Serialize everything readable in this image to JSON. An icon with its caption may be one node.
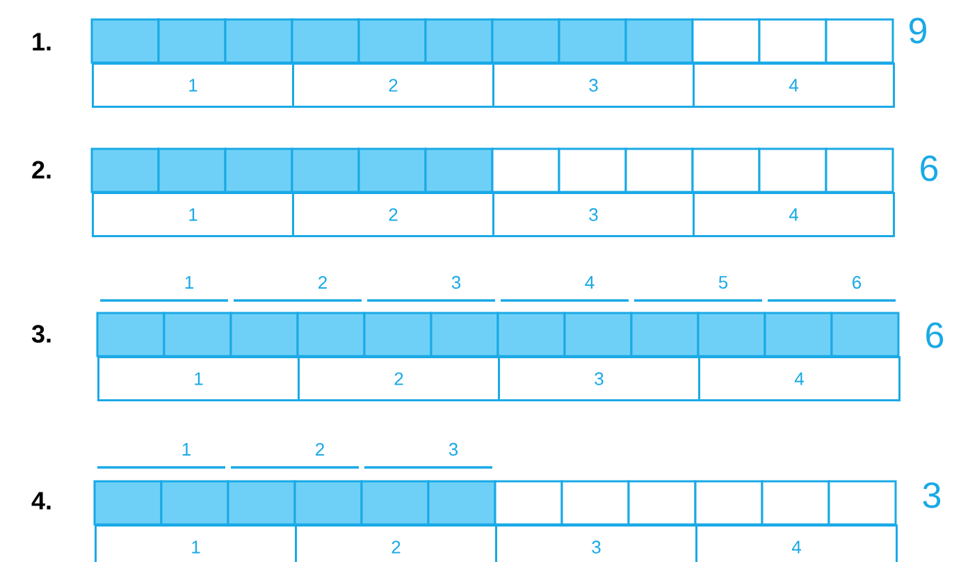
{
  "diagram": {
    "nodes": [
      {
        "text": [
          "1"
        ]
      },
      {
        "text": [
          "2"
        ]
      },
      {
        "text": [
          "3"
        ]
      },
      {
        "text": [
          "4"
        ]
      },
      {
        "text": [
          "1"
        ]
      },
      {
        "text": [
          "2"
        ]
      },
      {
        "text": [
          "3"
        ]
      },
      {
        "text": [
          "4"
        ]
      },
      {
        "text": [
          "1"
        ]
      },
      {
        "text": [
          "2"
        ]
      },
      {
        "text": [
          "3"
        ]
      },
      {
        "text": [
          "4"
        ]
      },
      {
        "text": [
          "1"
        ]
      },
      {
        "text": [
          "2"
        ]
      },
      {
        "text": [
          "3"
        ]
      },
      {
        "text": [
          "4"
        ]
      }
    ],
    "labels": [
      "1.",
      "9",
      "2.",
      "6",
      "1",
      "2",
      "3",
      "4",
      "5",
      "6",
      "3.",
      "6",
      "1",
      "2",
      "3",
      "4.",
      "3"
    ]
  }
}
